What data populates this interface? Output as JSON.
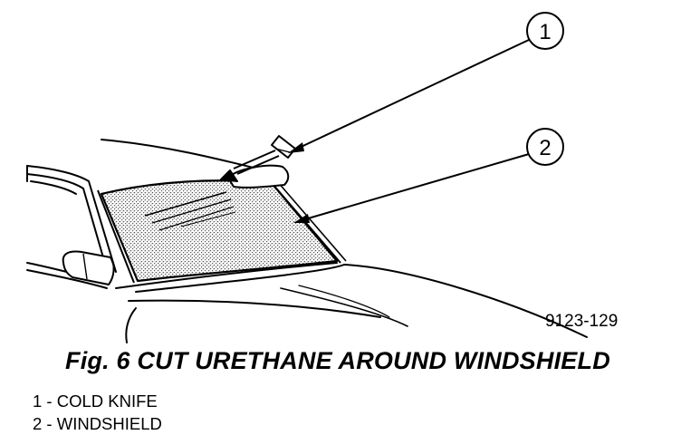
{
  "diagram": {
    "callouts": [
      {
        "number": "1",
        "label": "COLD KNIFE"
      },
      {
        "number": "2",
        "label": "WINDSHIELD"
      }
    ],
    "figure_code": "9123-129",
    "caption": "Fig. 6 CUT URETHANE AROUND WINDSHIELD",
    "legend": [
      "1 - COLD KNIFE",
      "2 - WINDSHIELD"
    ],
    "colors": {
      "line": "#000000",
      "glass_stipple": "#8a8a8a",
      "background": "#ffffff"
    }
  }
}
